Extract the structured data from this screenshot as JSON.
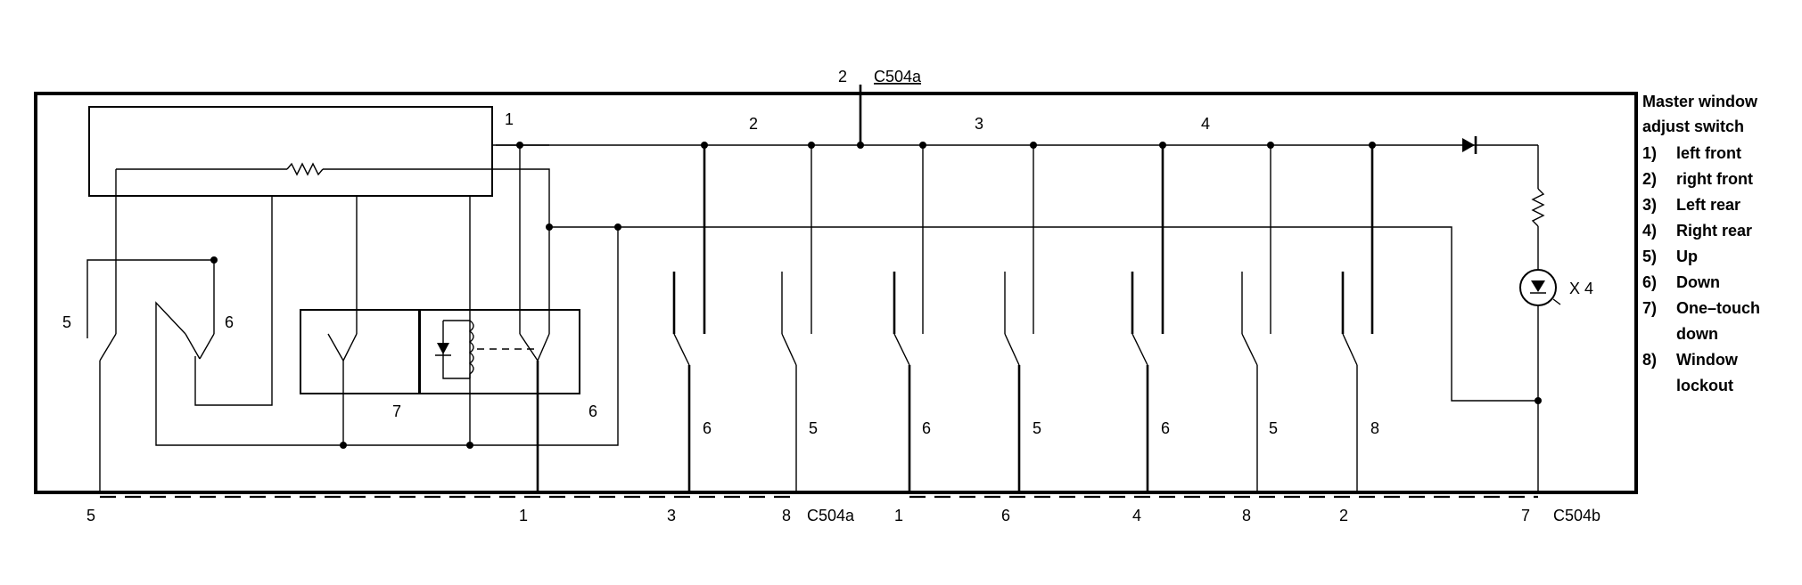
{
  "connector_a": "C504a",
  "connector_b": "C504b",
  "top_pin": "2",
  "bus_labels": [
    "1",
    "2",
    "3",
    "4"
  ],
  "bottom_pins": [
    "5",
    "1",
    "3",
    "8",
    "1",
    "6",
    "4",
    "8",
    "2",
    "7"
  ],
  "left_switch_labels": [
    "5",
    "6"
  ],
  "module_labels": [
    "7",
    "6"
  ],
  "switch_labels": [
    "6",
    "5",
    "6",
    "5",
    "6",
    "5",
    "8"
  ],
  "lamp_multiplier": "X 4",
  "legend": {
    "title_line1": "Master window",
    "title_line2": "adjust switch",
    "items": [
      {
        "num": "1)",
        "text": "left front"
      },
      {
        "num": "2)",
        "text": "right front"
      },
      {
        "num": "3)",
        "text": "Left rear"
      },
      {
        "num": "4)",
        "text": "Right rear"
      },
      {
        "num": "5)",
        "text": "Up"
      },
      {
        "num": "6)",
        "text": "Down"
      },
      {
        "num": "7)",
        "text": "One–touch"
      },
      {
        "num": "",
        "text": "down"
      },
      {
        "num": "8)",
        "text": "Window"
      },
      {
        "num": "",
        "text": "lockout"
      }
    ]
  }
}
